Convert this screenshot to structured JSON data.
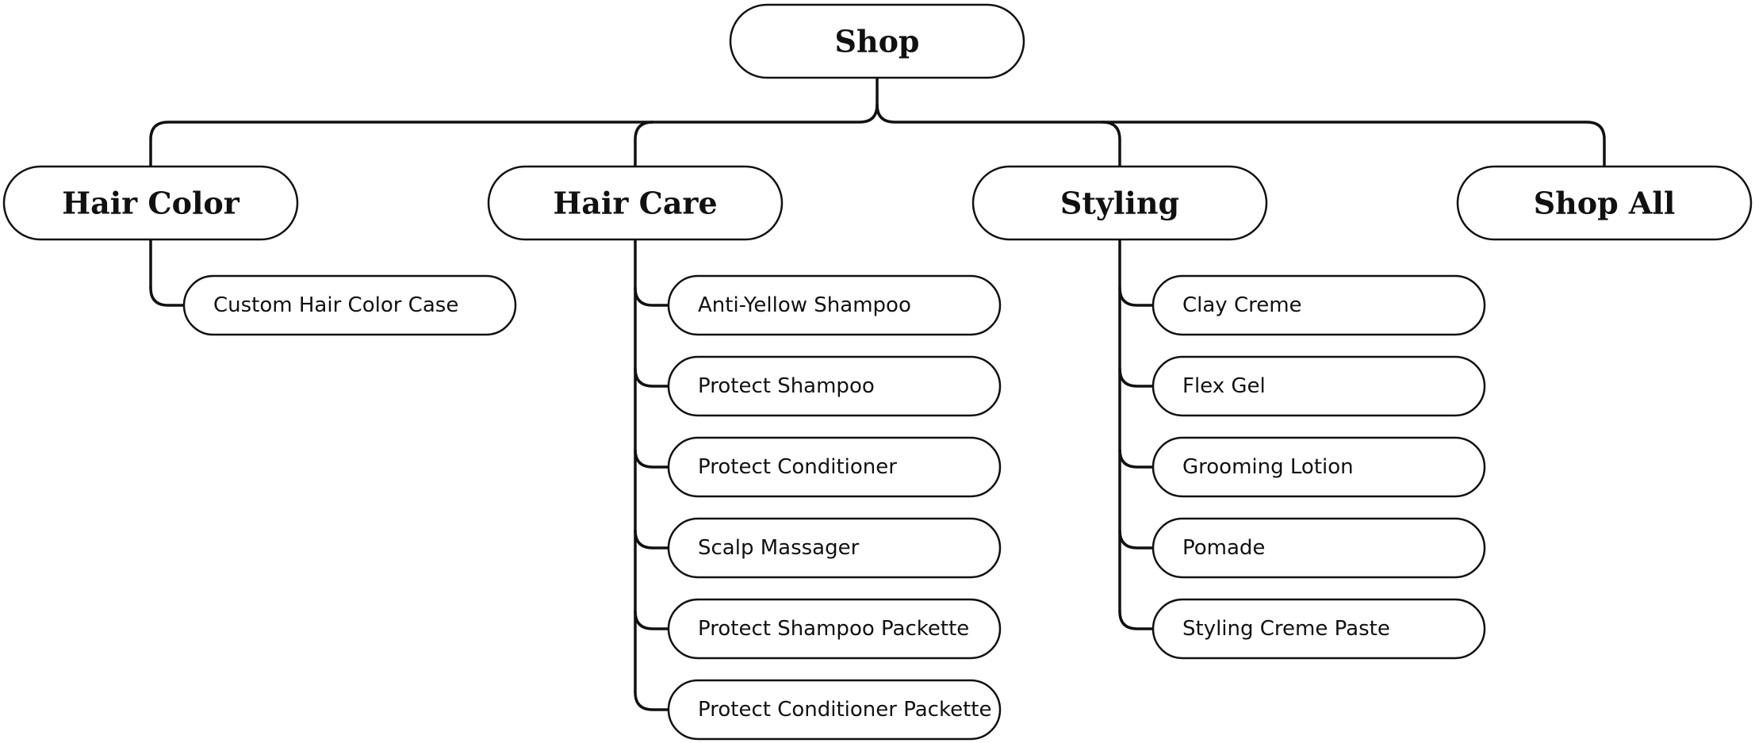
{
  "sitemap": {
    "root": {
      "label": "Shop"
    },
    "categories": [
      {
        "label": "Hair Color",
        "items": [
          "Custom Hair Color Case"
        ]
      },
      {
        "label": "Hair Care",
        "items": [
          "Anti-Yellow Shampoo",
          "Protect Shampoo",
          "Protect Conditioner",
          "Scalp Massager",
          "Protect Shampoo Packette",
          "Protect Conditioner Packette"
        ]
      },
      {
        "label": "Styling",
        "items": [
          "Clay Creme",
          "Flex Gel",
          "Grooming Lotion",
          "Pomade",
          "Styling Creme Paste"
        ]
      },
      {
        "label": "Shop All",
        "items": []
      }
    ]
  },
  "colors": {
    "line": "#111111",
    "background": "#ffffff",
    "text": "#111111"
  }
}
